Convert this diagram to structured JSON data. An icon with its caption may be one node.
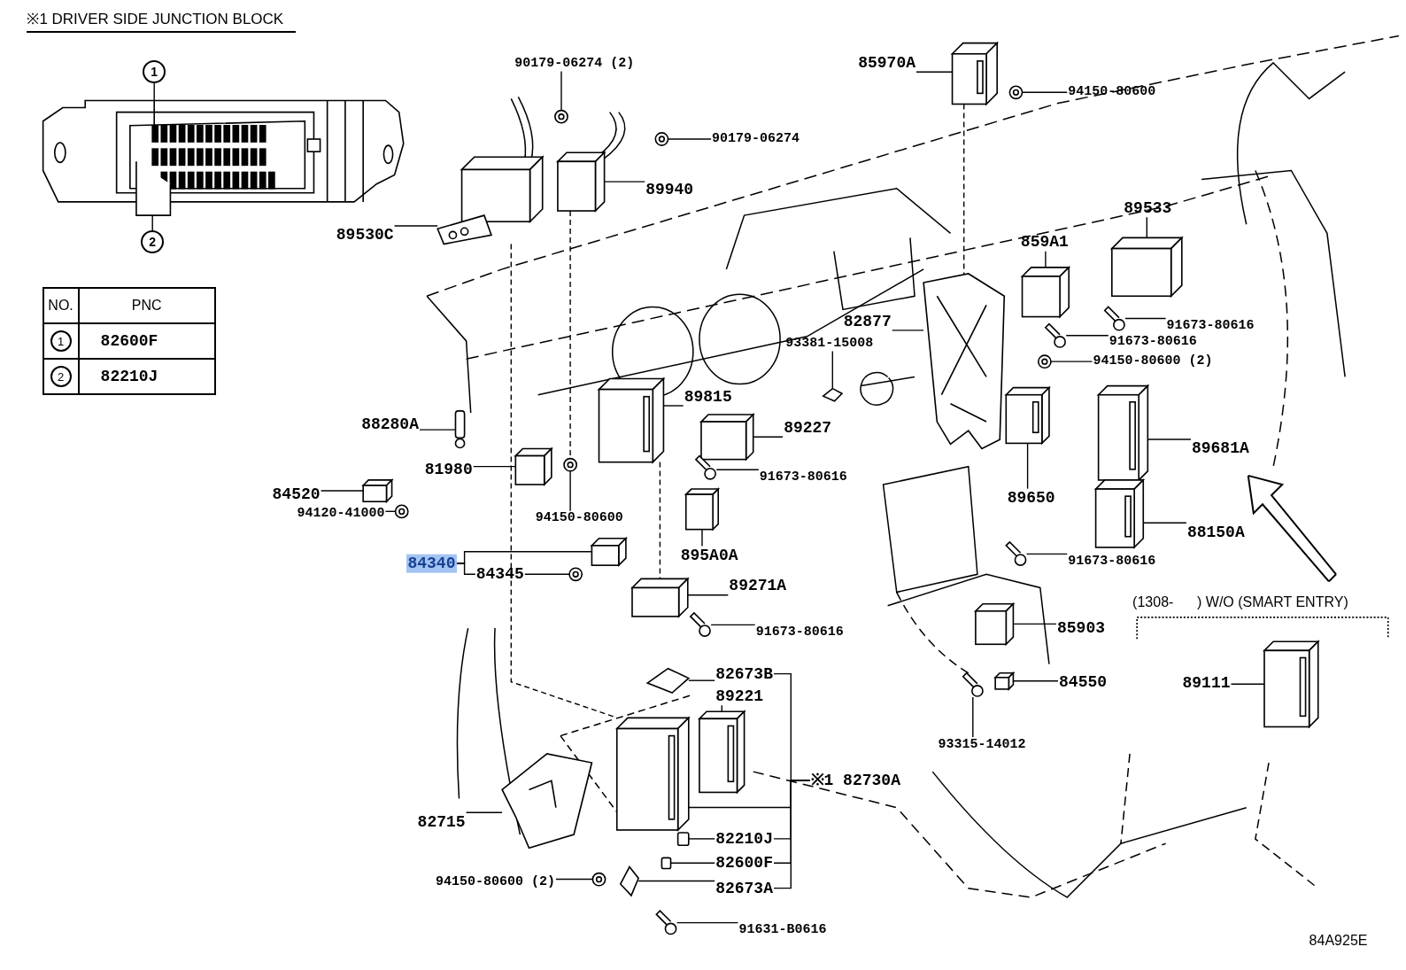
{
  "diagram": {
    "nodes": [
      {
        "text": [
          "1"
        ]
      },
      {
        "text": [
          "2"
        ]
      },
      {
        "text": [
          "89530C"
        ]
      },
      {
        "text": [
          "90179-06274 (2)"
        ]
      },
      {
        "text": [
          "90179-06274"
        ]
      },
      {
        "text": [
          "89940"
        ]
      },
      {
        "text": [
          "85970A"
        ]
      },
      {
        "text": [
          "94150-80600"
        ]
      },
      {
        "text": [
          "89533"
        ]
      },
      {
        "text": [
          "859A1"
        ]
      },
      {
        "text": [
          "82877"
        ]
      },
      {
        "text": [
          "91673-80616"
        ]
      },
      {
        "text": [
          "91673-80616"
        ]
      },
      {
        "text": [
          "93381-15008"
        ]
      },
      {
        "text": [
          "94150-80600 (2)"
        ]
      },
      {
        "text": [
          "89815"
        ]
      },
      {
        "text": [
          "89227"
        ]
      },
      {
        "text": [
          "88280A"
        ]
      },
      {
        "text": [
          "89681A"
        ]
      },
      {
        "text": [
          "81980"
        ]
      },
      {
        "text": [
          "91673-80616"
        ]
      },
      {
        "text": [
          "84520"
        ]
      },
      {
        "text": [
          "89650"
        ]
      },
      {
        "text": [
          "94120-41000"
        ]
      },
      {
        "text": [
          "94150-80600"
        ]
      },
      {
        "text": [
          "88150A"
        ]
      },
      {
        "text": [
          "895A0A"
        ]
      },
      {
        "text": [
          "84340"
        ]
      },
      {
        "text": [
          "84345"
        ]
      },
      {
        "text": [
          "91673-80616"
        ]
      },
      {
        "text": [
          "89271A"
        ]
      },
      {
        "text": [
          "85903"
        ]
      },
      {
        "text": [
          "91673-80616"
        ]
      },
      {
        "text": [
          "82673B"
        ]
      },
      {
        "text": [
          "89221"
        ]
      },
      {
        "text": [
          "84550"
        ]
      },
      {
        "text": [
          "89111"
        ]
      },
      {
        "text": [
          "93315-14012"
        ]
      },
      {
        "text": [
          "※1 82730A"
        ]
      },
      {
        "text": [
          "82715"
        ]
      },
      {
        "text": [
          "82210J"
        ]
      },
      {
        "text": [
          "82600F"
        ]
      },
      {
        "text": [
          "94150-80600 (2)"
        ]
      },
      {
        "text": [
          "82673A"
        ]
      },
      {
        "text": [
          "91631-B0616"
        ]
      },
      {
        "text": [],
        "shape": "picture"
      },
      {
        "text": [],
        "shape": "box"
      },
      {
        "text": [],
        "shape": "circle"
      },
      {
        "text": [],
        "shape": "circle"
      },
      {
        "text": [],
        "shape": "box"
      },
      {
        "text": [],
        "shape": "box"
      },
      {
        "text": [],
        "shape": "circle"
      },
      {
        "text": [],
        "shape": "box"
      },
      {
        "text": [],
        "shape": "box"
      },
      {
        "text": [],
        "shape": "bracket"
      },
      {
        "text": [],
        "shape": "bolt"
      },
      {
        "text": [],
        "shape": "bolt"
      },
      {
        "text": [],
        "shape": "clip"
      },
      {
        "text": [],
        "shape": "circle"
      },
      {
        "text": [],
        "shape": "box"
      },
      {
        "text": [],
        "shape": "box"
      },
      {
        "text": [],
        "shape": "sensor"
      },
      {
        "text": [],
        "shape": "box"
      },
      {
        "text": [],
        "shape": "box"
      },
      {
        "text": [],
        "shape": "bolt"
      },
      {
        "text": [],
        "shape": "box"
      },
      {
        "text": [],
        "shape": "box"
      },
      {
        "text": [],
        "shape": "circle"
      },
      {
        "text": [],
        "shape": "circle"
      },
      {
        "text": [],
        "shape": "box"
      },
      {
        "text": [],
        "shape": "box"
      },
      {
        "text": [],
        "shape": "box"
      },
      {
        "text": [],
        "shape": "circle"
      },
      {
        "text": [],
        "shape": "bolt"
      },
      {
        "text": [],
        "shape": "box"
      },
      {
        "text": [],
        "shape": "box"
      },
      {
        "text": [],
        "shape": "bolt"
      },
      {
        "text": [],
        "shape": "clip"
      },
      {
        "text": [],
        "shape": "box"
      },
      {
        "text": [],
        "shape": "box"
      },
      {
        "text": [],
        "shape": "box"
      },
      {
        "text": [],
        "shape": "bolt"
      },
      {
        "text": [],
        "shape": "box"
      },
      {
        "text": [],
        "shape": "bracket"
      },
      {
        "text": [],
        "shape": "fuse"
      },
      {
        "text": [],
        "shape": "fuse"
      },
      {
        "text": [],
        "shape": "circle"
      },
      {
        "text": [],
        "shape": "clip"
      },
      {
        "text": [],
        "shape": "bolt"
      }
    ],
    "edges": [
      {
        "from": 0,
        "to": 45,
        "arrow": "none"
      },
      {
        "from": 1,
        "to": 45,
        "arrow": "none"
      },
      {
        "from": 2,
        "to": 46,
        "arrow": "none"
      },
      {
        "from": 3,
        "to": 47,
        "arrow": "none"
      },
      {
        "from": 4,
        "to": 48,
        "arrow": "none"
      },
      {
        "from": 5,
        "to": 49,
        "arrow": "none"
      },
      {
        "from": 6,
        "to": 50,
        "arrow": "none"
      },
      {
        "from": 7,
        "to": 51,
        "arrow": "none"
      },
      {
        "from": 8,
        "to": 52,
        "arrow": "none"
      },
      {
        "from": 9,
        "to": 53,
        "arrow": "none"
      },
      {
        "from": 10,
        "to": 54,
        "arrow": "none"
      },
      {
        "from": 11,
        "to": 55,
        "arrow": "none"
      },
      {
        "from": 12,
        "to": 56,
        "arrow": "none"
      },
      {
        "from": 13,
        "to": 57,
        "arrow": "none"
      },
      {
        "from": 14,
        "to": 58,
        "arrow": "none"
      },
      {
        "from": 15,
        "to": 59,
        "arrow": "none"
      },
      {
        "from": 16,
        "to": 60,
        "arrow": "none"
      },
      {
        "from": 17,
        "to": 61,
        "arrow": "none"
      },
      {
        "from": 18,
        "to": 62,
        "arrow": "none"
      },
      {
        "from": 19,
        "to": 63,
        "arrow": "none"
      },
      {
        "from": 20,
        "to": 64,
        "arrow": "none"
      },
      {
        "from": 21,
        "to": 65,
        "arrow": "none"
      },
      {
        "from": 22,
        "to": 66,
        "arrow": "none"
      },
      {
        "from": 23,
        "to": 67,
        "arrow": "none"
      },
      {
        "from": 24,
        "to": 68,
        "arrow": "none"
      },
      {
        "from": 25,
        "to": 69,
        "arrow": "none"
      },
      {
        "from": 26,
        "to": 70,
        "arrow": "none"
      },
      {
        "from": 27,
        "to": 71,
        "arrow": "none"
      },
      {
        "from": 28,
        "to": 72,
        "arrow": "none"
      },
      {
        "from": 29,
        "to": 73,
        "arrow": "none"
      },
      {
        "from": 30,
        "to": 74,
        "arrow": "none"
      },
      {
        "from": 31,
        "to": 75,
        "arrow": "none"
      },
      {
        "from": 32,
        "to": 76,
        "arrow": "none"
      },
      {
        "from": 33,
        "to": 77,
        "arrow": "none"
      },
      {
        "from": 34,
        "to": 78,
        "arrow": "none"
      },
      {
        "from": 35,
        "to": 79,
        "arrow": "none"
      },
      {
        "from": 36,
        "to": 80,
        "arrow": "none"
      },
      {
        "from": 37,
        "to": 81,
        "arrow": "none"
      },
      {
        "from": 38,
        "to": 82,
        "arrow": "none"
      },
      {
        "from": 39,
        "to": 83,
        "arrow": "none"
      },
      {
        "from": 40,
        "to": 84,
        "arrow": "none"
      },
      {
        "from": 41,
        "to": 85,
        "arrow": "none"
      },
      {
        "from": 42,
        "to": 86,
        "arrow": "none"
      },
      {
        "from": 43,
        "to": 87,
        "arrow": "none"
      },
      {
        "from": 44,
        "to": 88,
        "arrow": "none"
      },
      {
        "from": 27,
        "to": 28,
        "arrow": "none"
      },
      {
        "from": 38,
        "to": 33,
        "arrow": "none"
      },
      {
        "from": 38,
        "to": 40,
        "arrow": "none"
      },
      {
        "from": 38,
        "to": 41,
        "arrow": "none"
      },
      {
        "from": 38,
        "to": 43,
        "arrow": "none"
      },
      {
        "from": 46,
        "to": 82,
        "arrow": "none",
        "style": "dashed"
      },
      {
        "from": 49,
        "to": 68,
        "arrow": "none",
        "style": "dashed"
      },
      {
        "from": 50,
        "to": 54,
        "arrow": "none",
        "style": "dashed"
      },
      {
        "from": 59,
        "to": 74,
        "arrow": "none",
        "style": "dashed"
      }
    ],
    "labels": [
      "※1 DRIVER SIDE JUNCTION BLOCK",
      "NO.",
      "PNC",
      "1",
      "82600F",
      "2",
      "82210J",
      "(1308-      ) W/O (SMART ENTRY)",
      "84A925E"
    ]
  }
}
